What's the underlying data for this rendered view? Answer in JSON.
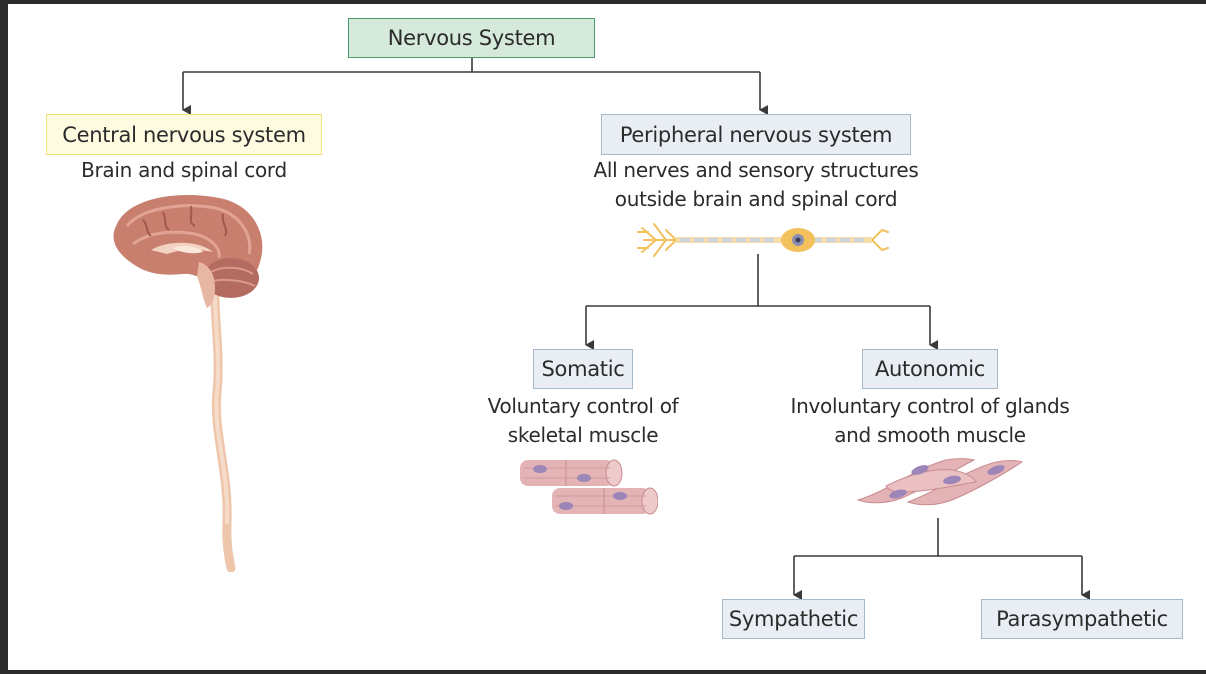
{
  "root": {
    "label": "Nervous System",
    "fill": "#d6eadc",
    "border": "#4a9a6a"
  },
  "central": {
    "label": "Central nervous system",
    "description": "Brain and spinal cord",
    "fill": "#fffbe0",
    "border": "#f0e27a",
    "illustration": "brain-and-spinal-cord-icon"
  },
  "peripheral": {
    "label": "Peripheral nervous system",
    "description_lines": [
      "All nerves and sensory structures",
      "outside brain and spinal cord"
    ],
    "fill": "#e8eef3",
    "border": "#a7b8c6",
    "illustration": "neuron-icon"
  },
  "somatic": {
    "label": "Somatic",
    "description_lines": [
      "Voluntary control of",
      "skeletal muscle"
    ],
    "illustration": "skeletal-muscle-icon"
  },
  "autonomic": {
    "label": "Autonomic",
    "description_lines": [
      "Involuntary control of glands",
      "and smooth muscle"
    ],
    "illustration": "smooth-muscle-icon"
  },
  "sympathetic": {
    "label": "Sympathetic"
  },
  "parasympathetic": {
    "label": "Parasympathetic"
  },
  "colors": {
    "box_fill": "#e8eef3",
    "box_border": "#a7b8c6",
    "connector": "#3a3a3a",
    "brain": "#c97f6e",
    "muscle": "#e3b3b6",
    "nucleus": "#9c86b8",
    "neuron": "#f2c15b"
  }
}
